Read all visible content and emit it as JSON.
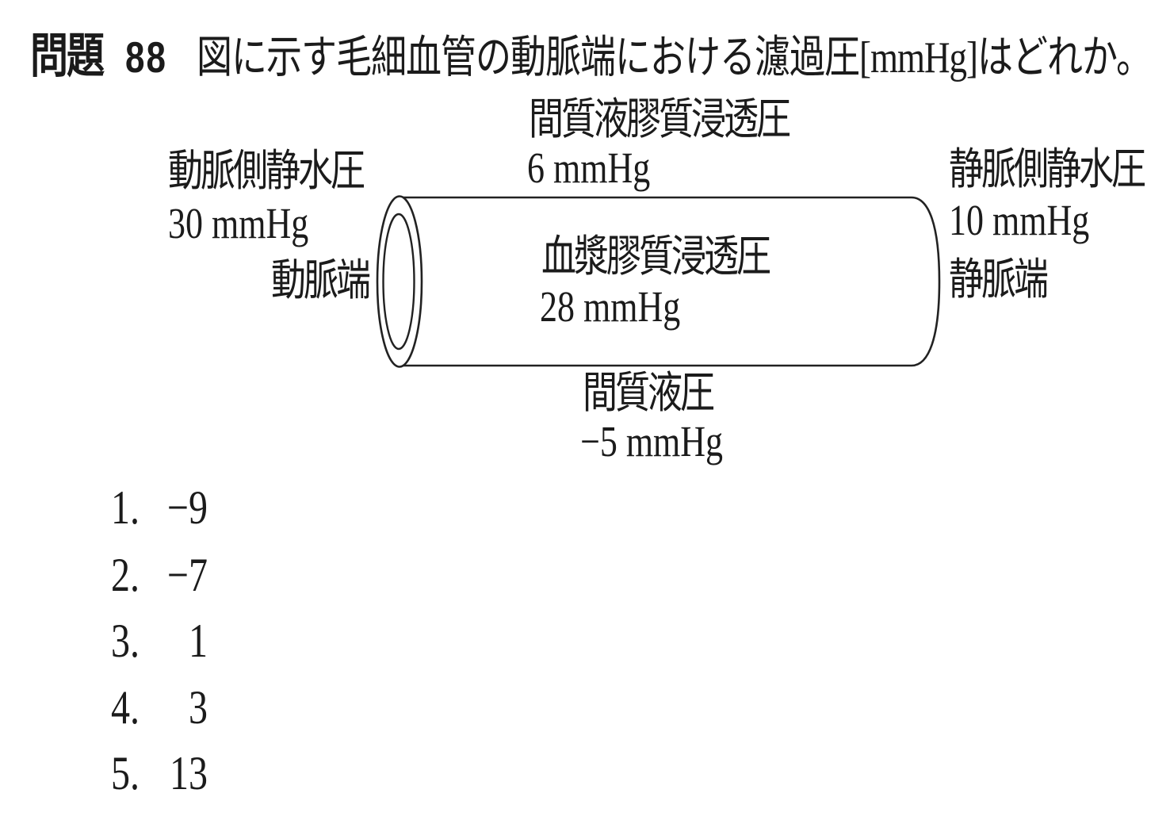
{
  "page": {
    "background": "#ffffff",
    "text_color": "#1b1b1b",
    "line_color": "#222222"
  },
  "question": {
    "label": "問題",
    "number": "88",
    "text": "図に示す毛細血管の動脈端における濾過圧[mmHg]はどれか。"
  },
  "diagram": {
    "interstitial_oncotic_pressure": {
      "name": "間質液膠質浸透圧",
      "value": "6 mmHg"
    },
    "arterial_hydrostatic_pressure": {
      "name": "動脈側静水圧",
      "value": "30 mmHg"
    },
    "arterial_end": "動脈端",
    "plasma_oncotic_pressure": {
      "name": "血漿膠質浸透圧",
      "value": "28 mmHg"
    },
    "venous_hydrostatic_pressure": {
      "name": "静脈側静水圧",
      "value": "10 mmHg"
    },
    "venous_end": "静脈端",
    "interstitial_fluid_pressure": {
      "name": "間質液圧",
      "value": "−5 mmHg"
    }
  },
  "choices": [
    {
      "number": "1.",
      "value": "−9"
    },
    {
      "number": "2.",
      "value": "−7"
    },
    {
      "number": "3.",
      "value": "1"
    },
    {
      "number": "4.",
      "value": "3"
    },
    {
      "number": "5.",
      "value": "13"
    }
  ]
}
